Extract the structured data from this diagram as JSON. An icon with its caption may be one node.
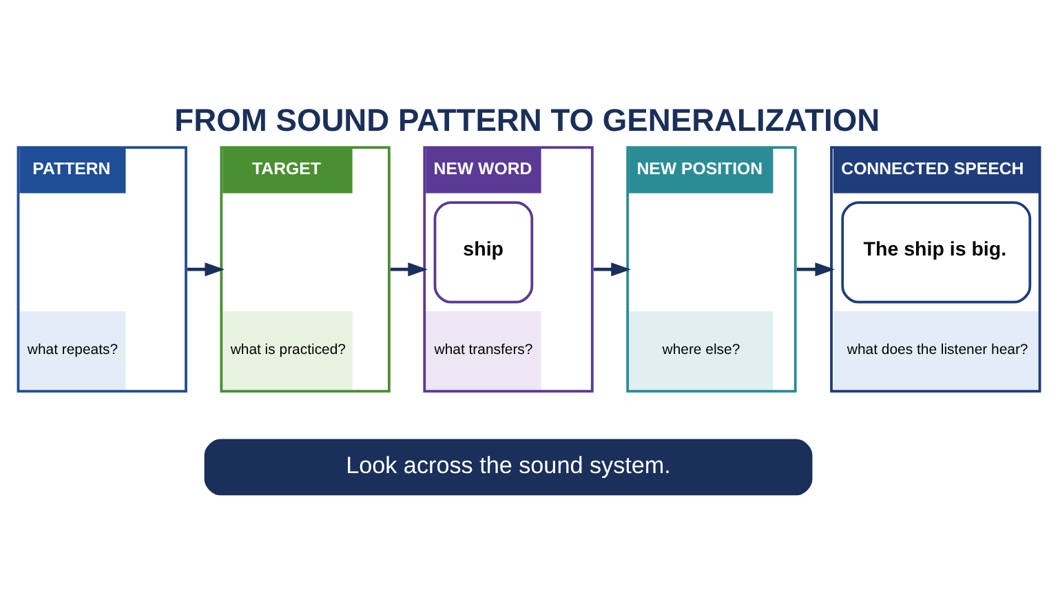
{
  "diagram": {
    "title": "FROM SOUND PATTERN TO GENERALIZATION",
    "nodes": [
      {
        "text": [
          "PATTERN",
          "what repeats?"
        ]
      },
      {
        "text": [
          "TARGET",
          "what is practiced?"
        ]
      },
      {
        "text": [
          "NEW WORD",
          "ship",
          "what transfers?"
        ]
      },
      {
        "text": [
          "NEW POSITION",
          "where else?"
        ]
      },
      {
        "text": [
          "CONNECTED SPEECH",
          "The ship is big.",
          "what does the listener hear?"
        ]
      }
    ],
    "edges": [
      {
        "from": 0,
        "to": 1,
        "arrow": "to"
      },
      {
        "from": 1,
        "to": 2,
        "arrow": "to"
      },
      {
        "from": 2,
        "to": 3,
        "arrow": "to"
      },
      {
        "from": 3,
        "to": 4,
        "arrow": "to"
      }
    ],
    "labels": [
      "Look across the sound system."
    ]
  }
}
